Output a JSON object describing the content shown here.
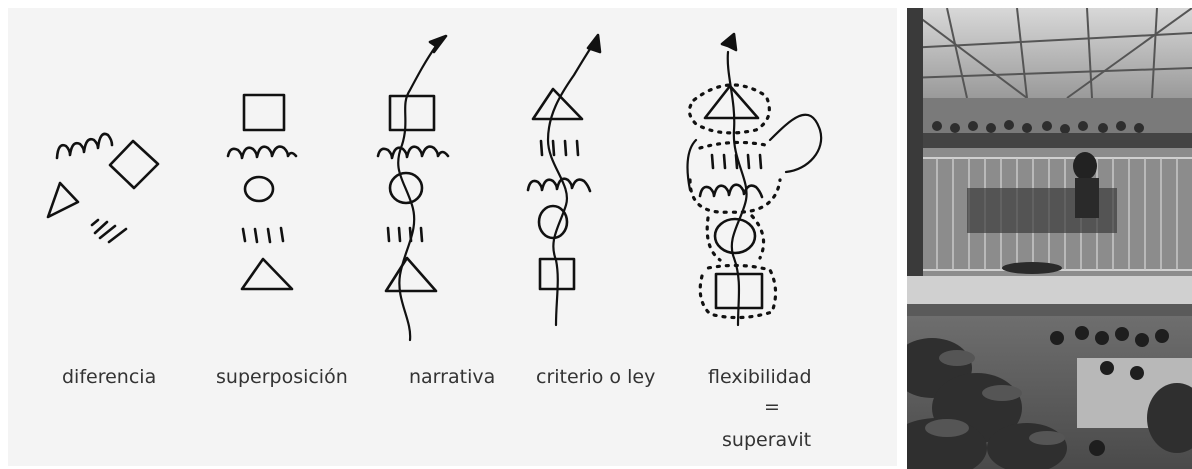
{
  "captions": {
    "diferencia": "diferencia",
    "superposicion": "superposición",
    "narrativa": "narrativa",
    "criterio": "criterio o ley",
    "flexibilidad": "flexibilidad",
    "equals": "=",
    "superavit": "superavit"
  },
  "colors": {
    "ink": "#111111",
    "paper": "#f4f4f4",
    "caption": "#333333"
  },
  "icons": {
    "sketch": "hand-drawn-symbol-diagram",
    "photo": "grayscale-atrium-crowd-photo"
  }
}
